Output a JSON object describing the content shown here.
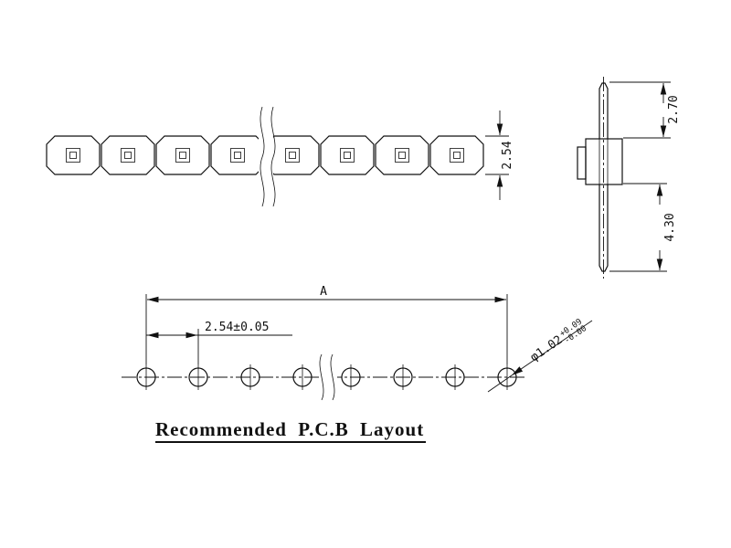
{
  "meta": {
    "background_color": "#ffffff",
    "line_color": "#111111",
    "drawing_type": "pin header technical drawing"
  },
  "top_view": {
    "dim_height": "2.54",
    "positions_count": 8
  },
  "side_view": {
    "dim_top": "2.70",
    "dim_bottom": "4.30"
  },
  "pcb": {
    "dim_overall": "A",
    "dim_pitch": "2.54±0.05",
    "hole_dia": "φ1.02",
    "tol_plus": "+0.09",
    "tol_minus": "-0.00",
    "title": "Recommended P.C.B Layout"
  }
}
